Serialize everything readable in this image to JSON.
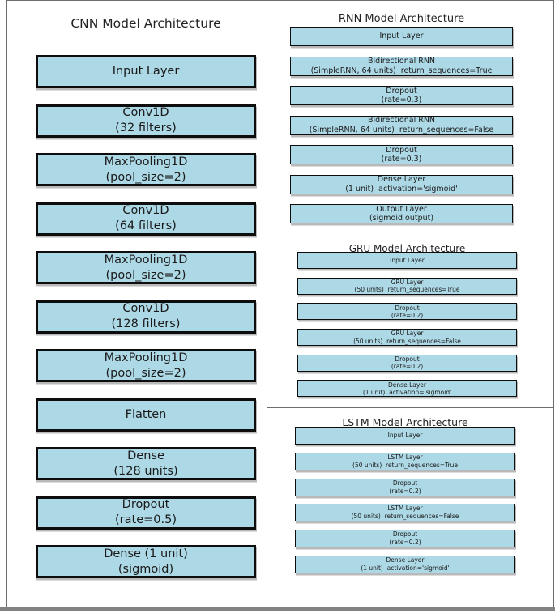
{
  "colors": {
    "background": "#ffffff",
    "box_fill": "#ADD8E6",
    "box_border": "#0d0d0d",
    "panel_border": "#6e6e6e",
    "text": "#1a1a1a",
    "bottom_bar": "#828282"
  },
  "panels": {
    "cnn": {
      "title": "CNN Model Architecture",
      "boxes": [
        {
          "lines": [
            "Input Layer"
          ]
        },
        {
          "lines": [
            "Conv1D",
            "(32 filters)"
          ]
        },
        {
          "lines": [
            "MaxPooling1D",
            "(pool_size=2)"
          ]
        },
        {
          "lines": [
            "Conv1D",
            "(64 filters)"
          ]
        },
        {
          "lines": [
            "MaxPooling1D",
            "(pool_size=2)"
          ]
        },
        {
          "lines": [
            "Conv1D",
            "(128 filters)"
          ]
        },
        {
          "lines": [
            "MaxPooling1D",
            "(pool_size=2)"
          ]
        },
        {
          "lines": [
            "Flatten"
          ]
        },
        {
          "lines": [
            "Dense",
            "(128 units)"
          ]
        },
        {
          "lines": [
            "Dropout",
            "(rate=0.5)"
          ]
        },
        {
          "lines": [
            "Dense (1 unit)",
            "(sigmoid)"
          ]
        }
      ]
    },
    "rnn": {
      "title": "RNN Model Architecture",
      "boxes": [
        {
          "lines": [
            "Input Layer"
          ]
        },
        {
          "lines": [
            "Bidirectional RNN",
            "(SimpleRNN, 64 units)  return_sequences=True"
          ]
        },
        {
          "lines": [
            "Dropout",
            "(rate=0.3)"
          ]
        },
        {
          "lines": [
            "Bidirectional RNN",
            "(SimpleRNN, 64 units)  return_sequences=False"
          ]
        },
        {
          "lines": [
            "Dropout",
            "(rate=0.3)"
          ]
        },
        {
          "lines": [
            "Dense Layer",
            "(1 unit)  activation='sigmoid'"
          ]
        },
        {
          "lines": [
            "Output Layer",
            "(sigmoid output)"
          ]
        }
      ]
    },
    "gru": {
      "title": "GRU Model Architecture",
      "boxes": [
        {
          "lines": [
            "Input Layer"
          ]
        },
        {
          "lines": [
            "GRU Layer",
            "(50 units)  return_sequences=True"
          ]
        },
        {
          "lines": [
            "Dropout",
            "(rate=0.2)"
          ]
        },
        {
          "lines": [
            "GRU Layer",
            "(50 units)  return_sequences=False"
          ]
        },
        {
          "lines": [
            "Dropout",
            "(rate=0.2)"
          ]
        },
        {
          "lines": [
            "Dense Layer",
            "(1 unit)  activation='sigmoid'"
          ]
        }
      ]
    },
    "lstm": {
      "title": "LSTM Model Architecture",
      "boxes": [
        {
          "lines": [
            "Input Layer"
          ]
        },
        {
          "lines": [
            "LSTM Layer",
            "(50 units)  return_sequences=True"
          ]
        },
        {
          "lines": [
            "Dropout",
            "(rate=0.2)"
          ]
        },
        {
          "lines": [
            "LSTM Layer",
            "(50 units)  return_sequences=False"
          ]
        },
        {
          "lines": [
            "Dropout",
            "(rate=0.2)"
          ]
        },
        {
          "lines": [
            "Dense Layer",
            "(1 unit)  activation='sigmoid'"
          ]
        }
      ]
    }
  }
}
